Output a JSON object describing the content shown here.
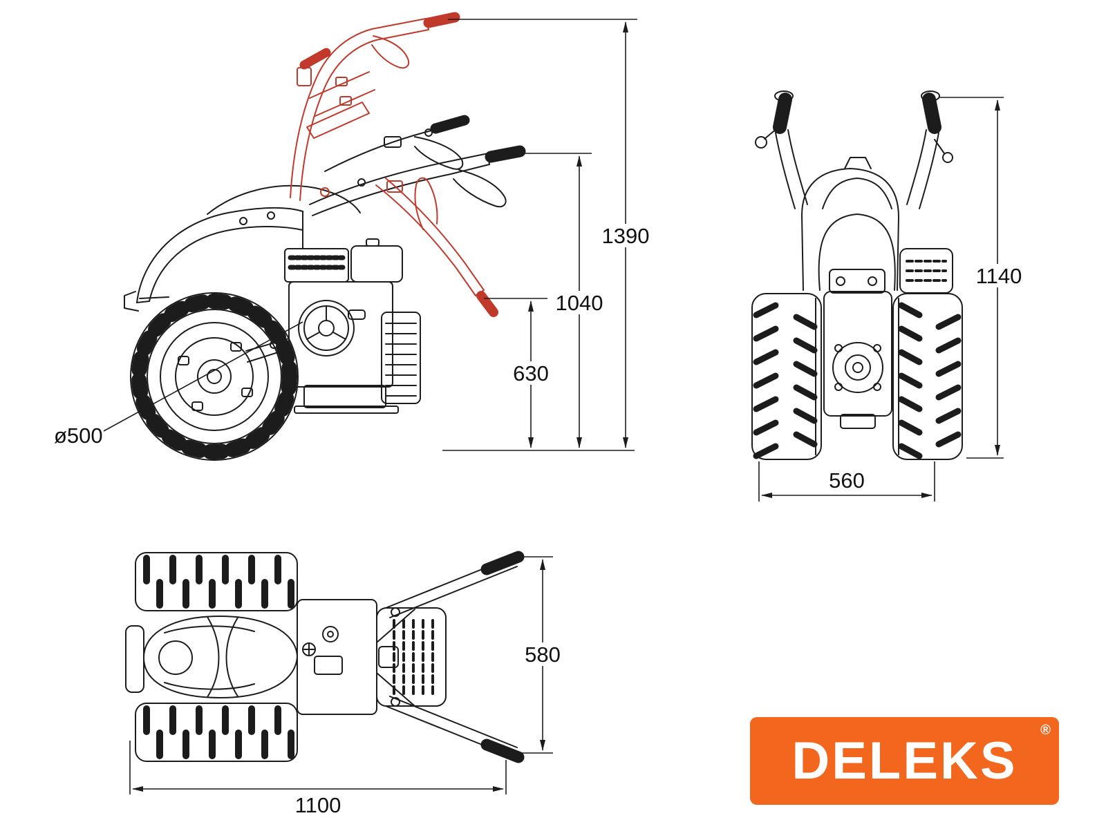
{
  "drawing": {
    "title": "two-wheel-tractor-dimension-drawing",
    "colors": {
      "line": "#1c1c1c",
      "handle_alt_position_red": "#c0392b",
      "dimension_text": "#111111"
    },
    "side_view": {
      "dim_total_height": "1390",
      "dim_handle_height": "1040",
      "dim_engine_height": "630",
      "dim_wheel_diameter": "ø500"
    },
    "rear_view": {
      "dim_height": "1140",
      "dim_track_width": "560"
    },
    "top_view": {
      "dim_body_width": "580",
      "dim_length": "1100"
    }
  },
  "logo": {
    "text": "DELEKS",
    "registered": "®",
    "bg_color": "#f2671d",
    "text_color": "#ffffff"
  }
}
